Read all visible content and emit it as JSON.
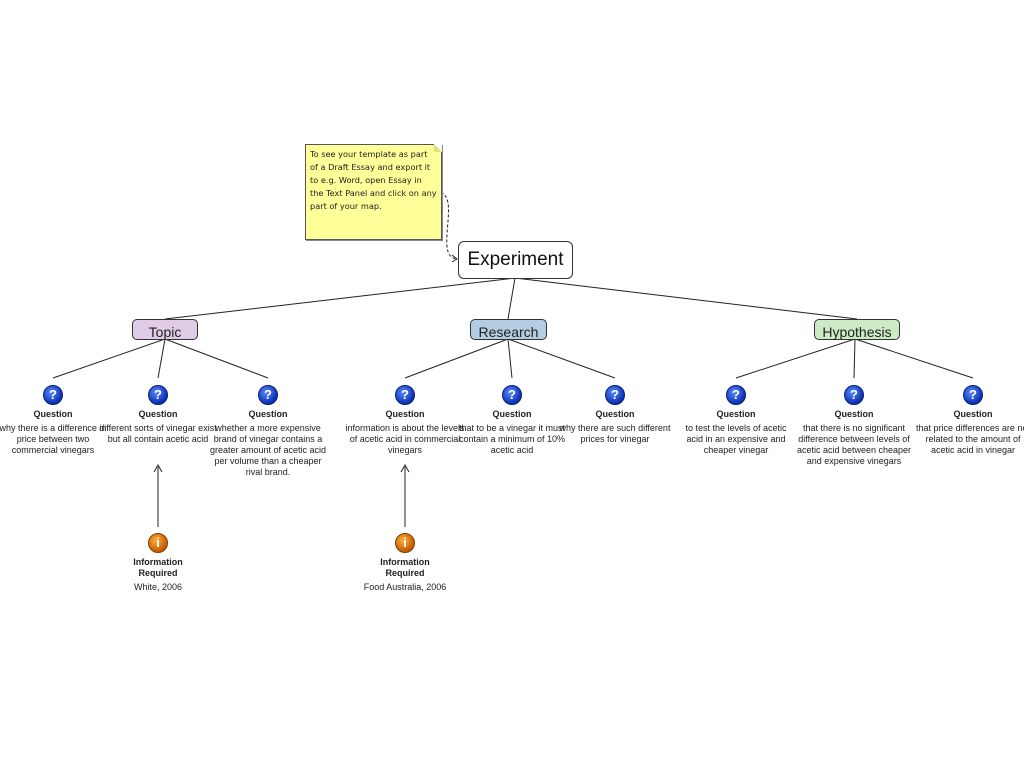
{
  "note": {
    "text": "To see your template as part of a Draft Essay and export it to e.g. Word, open Essay in the Text Panel and click on any part of your map."
  },
  "root": {
    "label": "Experiment"
  },
  "categories": [
    {
      "label": "Topic",
      "color": "#e0cce6"
    },
    {
      "label": "Research",
      "color": "#b3cde3"
    },
    {
      "label": "Hypothesis",
      "color": "#ccebc5"
    }
  ],
  "question_title": "Question",
  "questions": [
    {
      "text": "why there is a difference in price between two commercial vinegars"
    },
    {
      "text": "different sorts of vinegar exist but all contain acetic acid"
    },
    {
      "text": "whether a more expensive brand of vinegar contains a greater amount of acetic acid per volume than a cheaper rival brand."
    },
    {
      "text": "information is about the levels of acetic acid in commercial vinegars"
    },
    {
      "text": "that to be a vinegar it must contain a minimum of 10% acetic acid"
    },
    {
      "text": "why there are such different prices for vinegar"
    },
    {
      "text": "to test the levels of acetic acid in an expensive and cheaper vinegar"
    },
    {
      "text": "that there is no significant difference between levels of acetic acid between cheaper and expensive vinegars"
    },
    {
      "text": "that price differences are not related to the amount of acetic acid in vinegar"
    }
  ],
  "info_title": "Information Required",
  "infos": [
    {
      "source": "White, 2006"
    },
    {
      "source": "Food Australia, 2006"
    }
  ]
}
